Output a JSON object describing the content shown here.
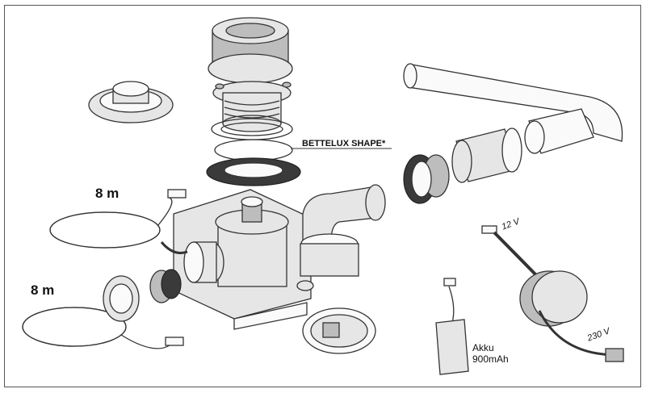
{
  "labels": {
    "seal": "BETTELUX SHAPE*",
    "cable_dark_length": "8 m",
    "cable_light_length": "8 m",
    "battery": "Akku",
    "battery_capacity": "900mAh",
    "voltage_low": "12 V",
    "voltage_high": "230 V"
  }
}
